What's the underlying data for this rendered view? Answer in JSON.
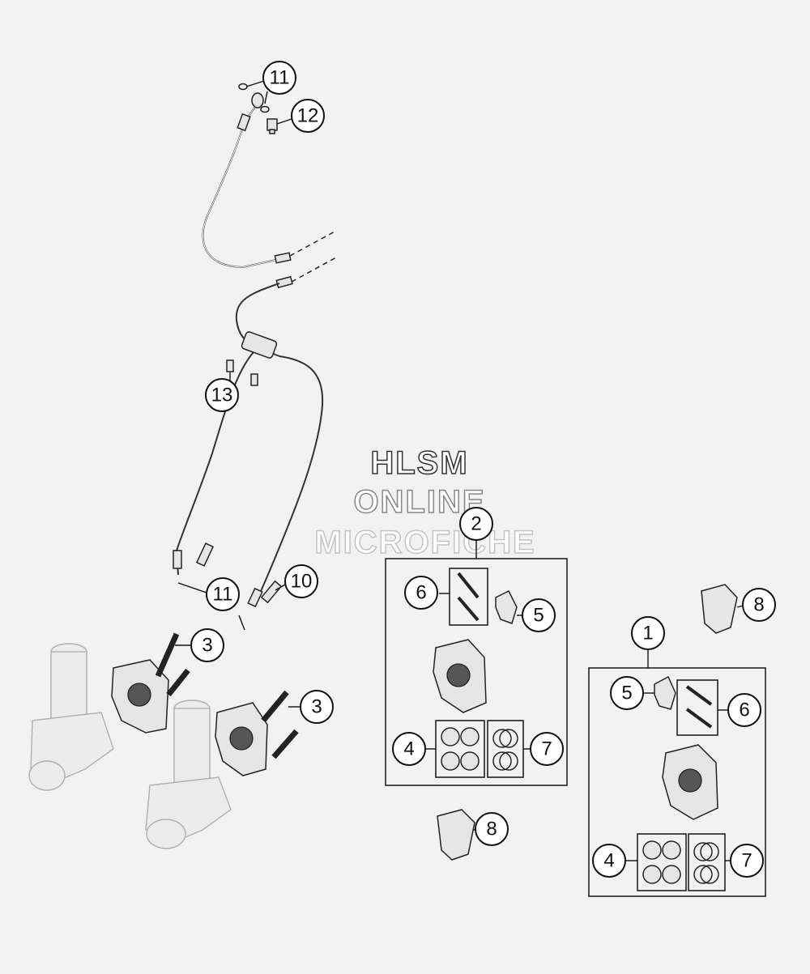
{
  "watermark": [
    "HLSM",
    "ONLINE",
    "MICROFICHE"
  ],
  "callouts": {
    "c1": "1",
    "c2": "2",
    "c3a": "3",
    "c3b": "3",
    "c4a": "4",
    "c4b": "4",
    "c5a": "5",
    "c5b": "5",
    "c6a": "6",
    "c6b": "6",
    "c7a": "7",
    "c7b": "7",
    "c8a": "8",
    "c8b": "8",
    "c10": "10",
    "c11a": "11",
    "c11b": "11",
    "c12": "12",
    "c13": "13"
  }
}
